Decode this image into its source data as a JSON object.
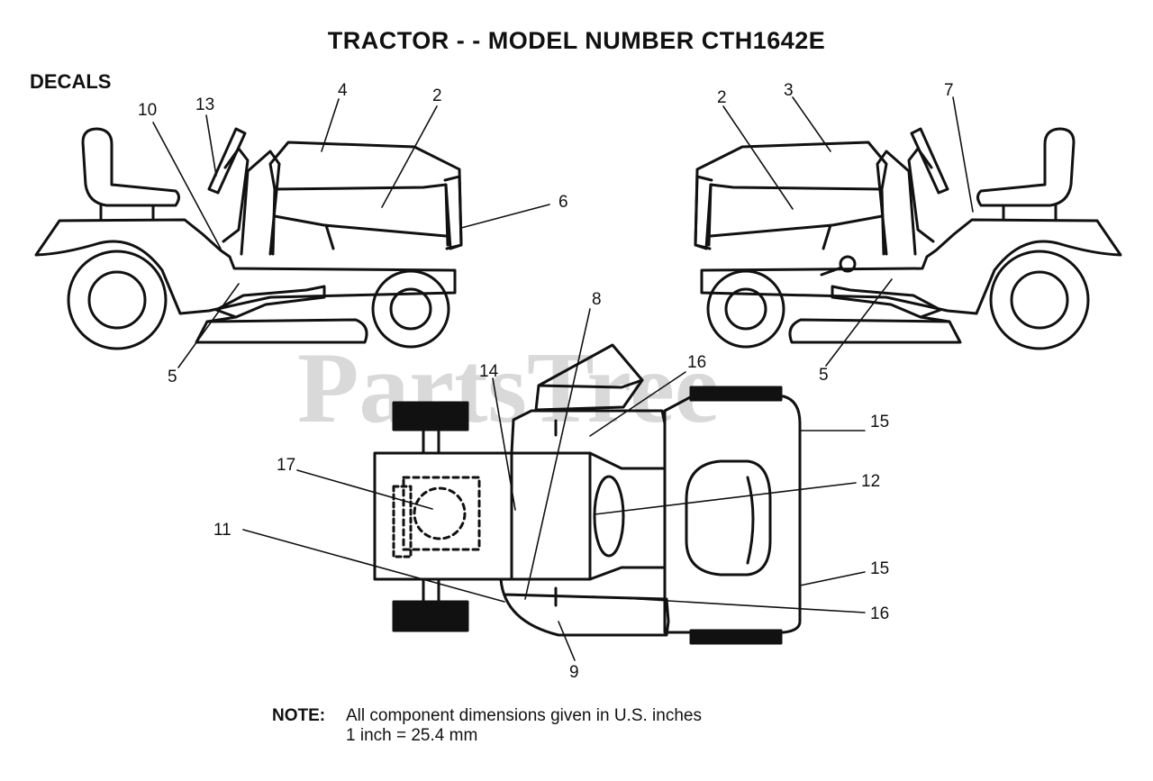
{
  "header": {
    "title": "TRACTOR - - MODEL NUMBER CTH1642E",
    "section": "DECALS"
  },
  "watermark": "PartsTree",
  "left_view_callouts": [
    "10",
    "13",
    "4",
    "2",
    "6",
    "5"
  ],
  "right_view_callouts": [
    "2",
    "3",
    "7",
    "5"
  ],
  "top_view_callouts": [
    "8",
    "14",
    "16",
    "17",
    "15",
    "12",
    "11",
    "15",
    "16",
    "9"
  ],
  "note": {
    "label": "NOTE:",
    "line1": "All component dimensions given in U.S. inches",
    "line2": "1 inch = 25.4 mm"
  }
}
